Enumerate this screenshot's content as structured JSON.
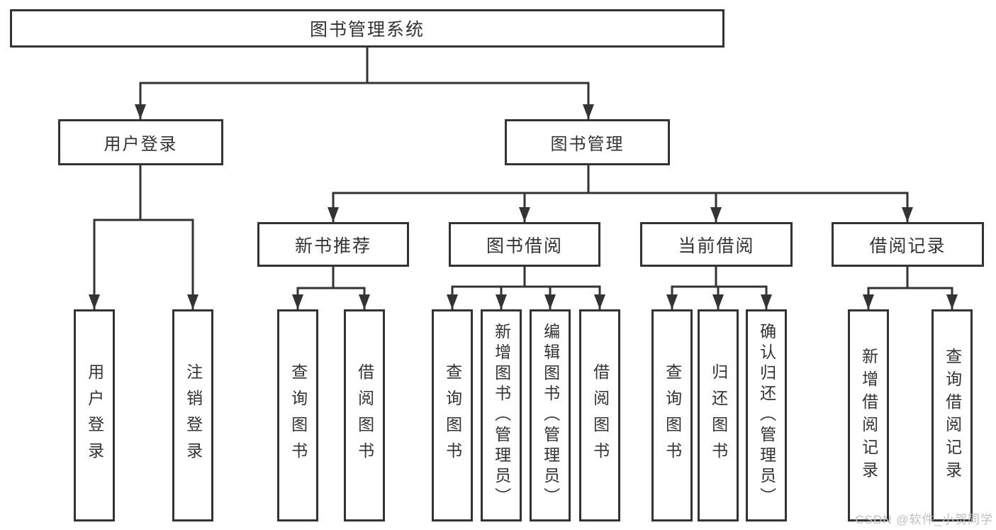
{
  "diagram": {
    "root": {
      "label": "图书管理系统"
    },
    "branches": [
      {
        "label": "用户登录",
        "children": [
          {
            "label": "用户登录"
          },
          {
            "label": "注销登录"
          }
        ]
      },
      {
        "label": "图书管理",
        "children": [
          {
            "label": "新书推荐",
            "children": [
              {
                "label": "查询图书"
              },
              {
                "label": "借阅图书"
              }
            ]
          },
          {
            "label": "图书借阅",
            "children": [
              {
                "label": "查询图书"
              },
              {
                "label": "新增图书（管理员）"
              },
              {
                "label": "编辑图书（管理员）"
              },
              {
                "label": "借阅图书"
              }
            ]
          },
          {
            "label": "当前借阅",
            "children": [
              {
                "label": "查询图书"
              },
              {
                "label": "归还图书"
              },
              {
                "label": "确认归还（管理员）"
              }
            ]
          },
          {
            "label": "借阅记录",
            "children": [
              {
                "label": "新增借阅记录"
              },
              {
                "label": "查询借阅记录"
              }
            ]
          }
        ]
      }
    ],
    "colors": {
      "line": "#333333",
      "text": "#333333",
      "node_background": "#ffffff",
      "watermark": "#c0c0c0"
    },
    "watermark": "CSDN @软件_小贺同学"
  }
}
